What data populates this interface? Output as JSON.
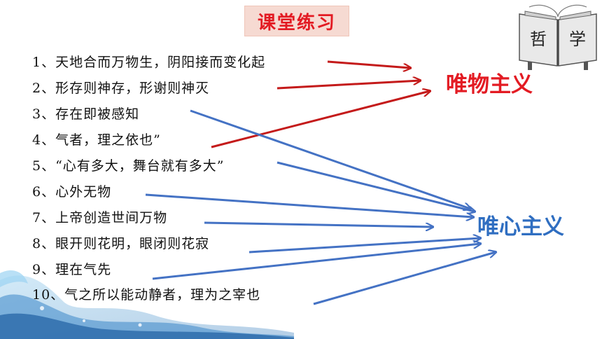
{
  "title": "课堂练习",
  "book": {
    "chars": [
      "哲",
      "学"
    ]
  },
  "items": [
    "1、天地合而万物生，阴阳接而变化起",
    "2、形存则神存，形谢则神灭",
    "3、存在即被感知",
    "4、气者，理之依也”",
    "5、“心有多大，舞台就有多大”",
    "6、心外无物",
    "7、上帝创造世间万物",
    "8、眼开则花明，眼闭则花寂",
    "9、理在气先",
    "10、气之所以能动静者，理为之宰也"
  ],
  "labels": {
    "materialism": "唯物主义",
    "idealism": "唯心主义"
  },
  "colors": {
    "red": "#c41a1a",
    "blue": "#4472c4",
    "title_red": "#e31b23",
    "title_bg": "#f6dad2"
  }
}
